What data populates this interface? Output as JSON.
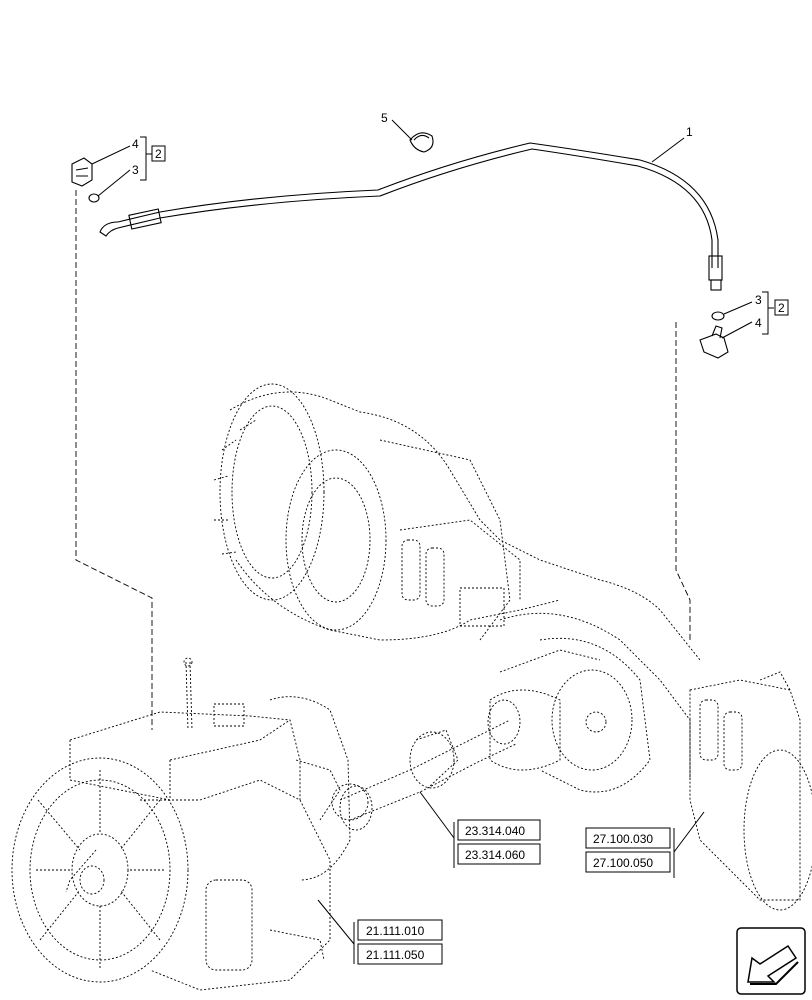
{
  "callouts": {
    "item_1": "1",
    "item_5": "5",
    "left_upper": "4",
    "left_lower": "3",
    "left_group": "2",
    "right_upper": "3",
    "right_lower": "4",
    "right_group": "2"
  },
  "references": {
    "propshaft_a": "23.314.040",
    "propshaft_b": "23.314.060",
    "axle_a": "27.100.030",
    "axle_b": "27.100.050",
    "gearbox_a": "21.111.010",
    "gearbox_b": "21.111.050"
  },
  "nav": {
    "icon": "arrow-icon"
  }
}
